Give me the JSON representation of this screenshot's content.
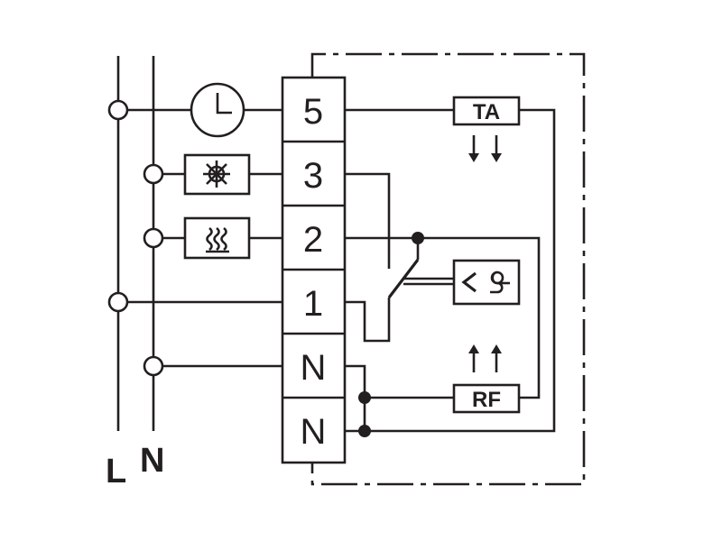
{
  "rails": {
    "line_label": "L",
    "neutral_label": "N"
  },
  "terminals": [
    "5",
    "3",
    "2",
    "1",
    "N",
    "N"
  ],
  "modules": {
    "ta_label": "TA",
    "rf_label": "RF"
  },
  "icons": [
    "clock-icon",
    "snowflake-icon",
    "heat-waves-icon",
    "temperature-sensor-icon",
    "arrow-down-icon",
    "arrow-up-icon"
  ],
  "colors": {
    "ink": "#231f20",
    "paper": "#ffffff"
  }
}
